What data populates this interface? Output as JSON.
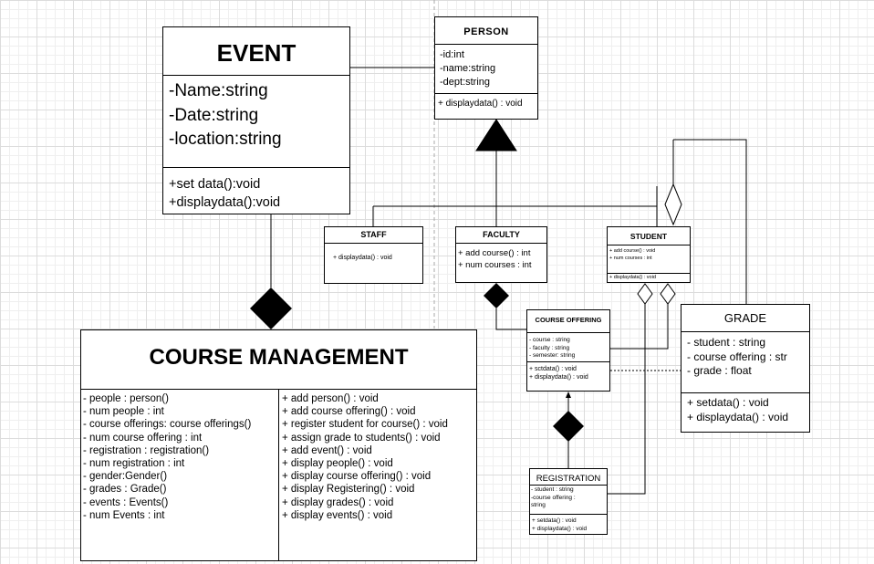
{
  "diagram": {
    "classes": {
      "event": {
        "name": "EVENT",
        "attributes": [
          "-Name:string",
          "-Date:string",
          "-location:string"
        ],
        "operations": [
          "+set data():void",
          "+displaydata():void"
        ]
      },
      "person": {
        "name": "PERSON",
        "attributes": [
          "-id:int",
          "-name:string",
          "-dept:string"
        ],
        "operations": [
          "+ displaydata() : void"
        ]
      },
      "staff": {
        "name": "STAFF",
        "operations": [
          "+ displaydata() : void"
        ]
      },
      "faculty": {
        "name": "FACULTY",
        "operations": [
          "+ add course() : int",
          "+ num courses : int"
        ]
      },
      "student": {
        "name": "STUDENT",
        "attributes": [
          "+ add course() : void",
          "+ num courses : int"
        ],
        "operations": [
          "+ displaydata() : void"
        ]
      },
      "course_offering": {
        "name": "COURSE OFFERING",
        "attributes": [
          "- course : string",
          "- faculty : string",
          "- semester: string"
        ],
        "operations": [
          "+ sctdata() : void",
          "+  displaydata() : void"
        ]
      },
      "grade": {
        "name": "GRADE",
        "attributes": [
          "- student : string",
          "- course offering : str",
          "- grade : float"
        ],
        "operations": [
          "+ setdata() : void",
          "+ displaydata() : void"
        ]
      },
      "registration": {
        "name": "REGISTRATION",
        "attributes": [
          "- student : string",
          "-course offering : string"
        ],
        "operations": [
          "+ setdata() : void",
          "+ displaydata() : void"
        ]
      },
      "course_management": {
        "name": "COURSE MANAGEMENT",
        "attributes": [
          "- people : person()",
          "- num people : int",
          "- course offerings: course offerings()",
          "- num course offering : int",
          "- registration : registration()",
          "- num registration : int",
          "- gender:Gender()",
          "- grades : Grade()",
          "- events : Events()",
          "- num Events : int"
        ],
        "operations": [
          "+ add person() : void",
          "+ add course offering() : void",
          "+ register student for course() : void",
          "+ assign grade to students() : void",
          "+ add event() : void",
          "+ display people() : void",
          "+ display course offering() : void",
          "+ display Registering() : void",
          "+ display grades() : void",
          "+ display events() : void"
        ]
      }
    },
    "relationships": [
      {
        "from": "event",
        "to": "person",
        "type": "association"
      },
      {
        "from": "staff",
        "to": "person",
        "type": "generalization"
      },
      {
        "from": "faculty",
        "to": "person",
        "type": "generalization"
      },
      {
        "from": "student",
        "to": "person",
        "type": "generalization"
      },
      {
        "from": "course_management",
        "to": "event",
        "type": "composition"
      },
      {
        "from": "faculty",
        "to": "course_offering",
        "type": "composition"
      },
      {
        "from": "course_offering",
        "to": "registration",
        "type": "composition"
      },
      {
        "from": "student",
        "to": "grade",
        "type": "aggregation"
      },
      {
        "from": "student",
        "to": "course_offering",
        "type": "aggregation"
      },
      {
        "from": "student",
        "to": "registration",
        "type": "aggregation"
      },
      {
        "from": "course_offering",
        "to": "grade",
        "type": "dependency"
      }
    ]
  }
}
